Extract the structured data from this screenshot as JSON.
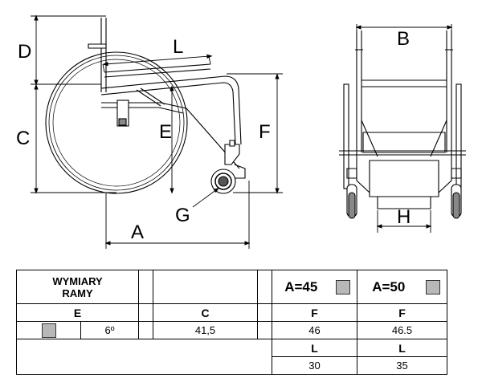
{
  "labels": {
    "D": "D",
    "L": "L",
    "C": "C",
    "E": "E",
    "F": "F",
    "G": "G",
    "A": "A",
    "B": "B",
    "H": "H"
  },
  "table": {
    "title_line1": "WYMIARY",
    "title_line2": "RAMY",
    "col_a45": "A=45",
    "col_a50": "A=50",
    "hdr_e": "E",
    "hdr_c": "C",
    "hdr_f1": "F",
    "hdr_f2": "F",
    "e_value": "6º",
    "c_value": "41,5",
    "f1_value": "46",
    "f2_value": "46.5",
    "hdr_l1": "L",
    "hdr_l2": "L",
    "l1_value": "30",
    "l2_value": "35"
  },
  "colors": {
    "swatch": "#b8b8b8",
    "line": "#000000"
  }
}
